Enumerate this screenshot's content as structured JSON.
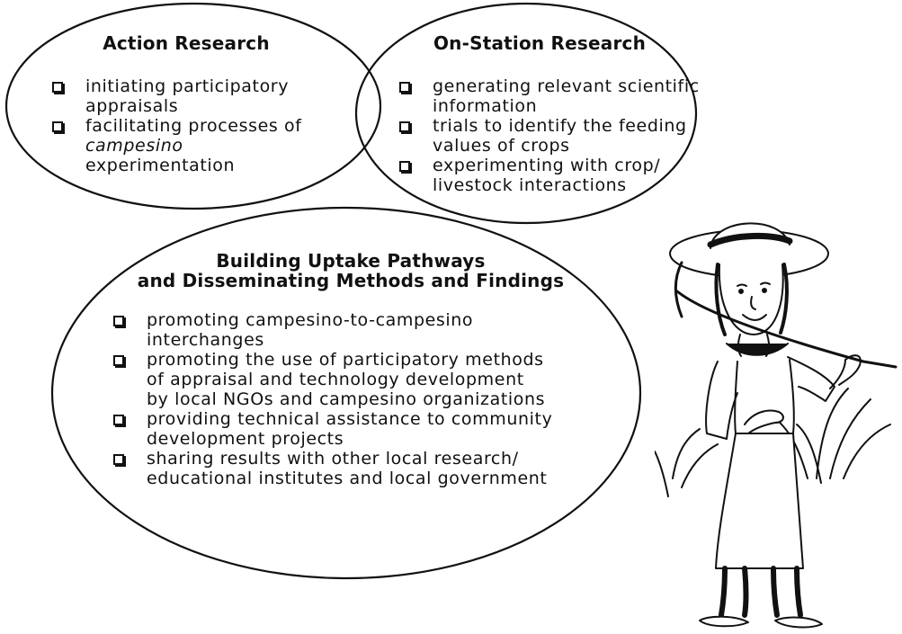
{
  "circles": {
    "action": {
      "title": "Action Research",
      "items": [
        {
          "lines": [
            "initiating participatory",
            "appraisals"
          ]
        },
        {
          "lines": [
            "facilitating processes of",
            "campesino",
            "experimentation"
          ]
        }
      ]
    },
    "station": {
      "title": "On-Station Research",
      "items": [
        {
          "lines": [
            "generating relevant scientific",
            "information"
          ]
        },
        {
          "lines": [
            "trials to identify the feeding",
            "values of crops"
          ]
        },
        {
          "lines": [
            "experimenting with crop/",
            "livestock interactions"
          ]
        }
      ]
    },
    "uptake": {
      "title_line1": "Building Uptake Pathways",
      "title_line2": "and Disseminating Methods and Findings",
      "items": [
        {
          "lines": [
            "promoting campesino-to-campesino",
            "interchanges"
          ]
        },
        {
          "lines": [
            "promoting the use of participatory methods",
            "of appraisal and technology development",
            "by local NGOs and campesino organizations"
          ]
        },
        {
          "lines": [
            "providing technical assistance to community",
            "development projects"
          ]
        },
        {
          "lines": [
            "sharing results with other local research/",
            "educational institutes and local government"
          ]
        }
      ]
    }
  },
  "illustration": {
    "icon": "farmer-with-hoe-icon"
  }
}
